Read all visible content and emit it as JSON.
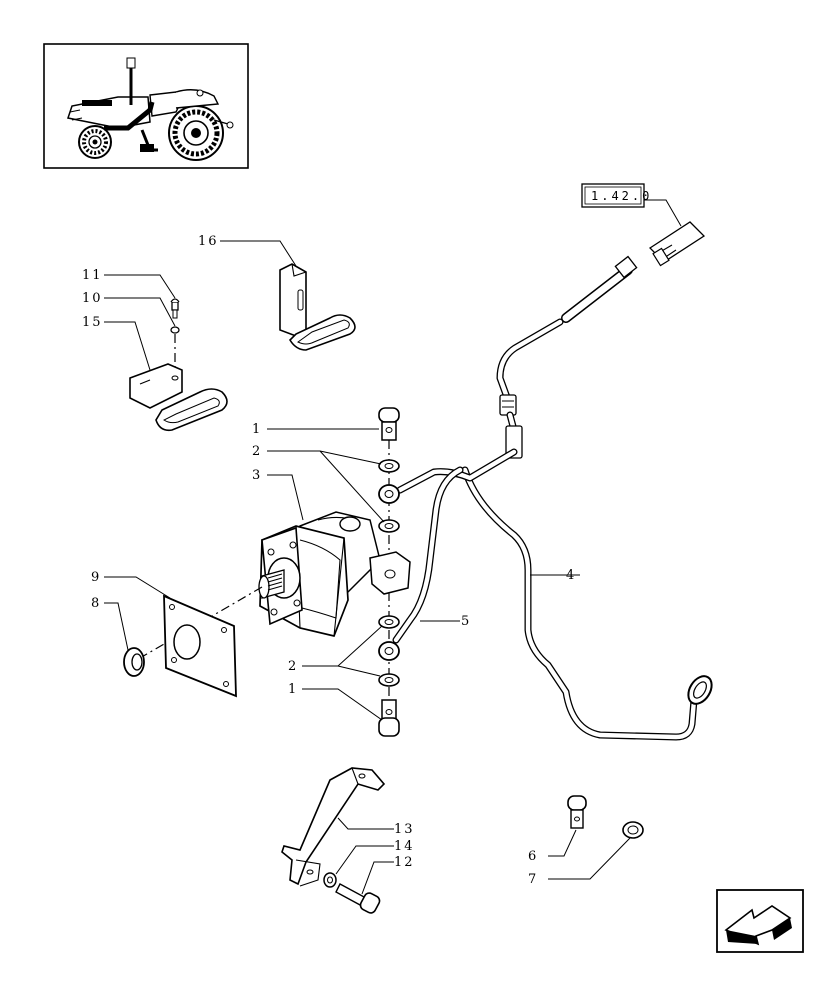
{
  "reference_box": "1.42.0",
  "callouts": {
    "c1_top": "1",
    "c1_bottom": "1",
    "c2_top": "2",
    "c2_bottom": "2",
    "c3": "3",
    "c4": "4",
    "c5": "5",
    "c6": "6",
    "c7": "7",
    "c8": "8",
    "c9": "9",
    "c10": "10",
    "c11": "11",
    "c12": "12",
    "c13": "13",
    "c14": "14",
    "c15": "15",
    "c16": "16"
  },
  "icons": {
    "thumbnail": "tractor-location-thumbnail",
    "nav": "next-page-arrow-icon"
  }
}
